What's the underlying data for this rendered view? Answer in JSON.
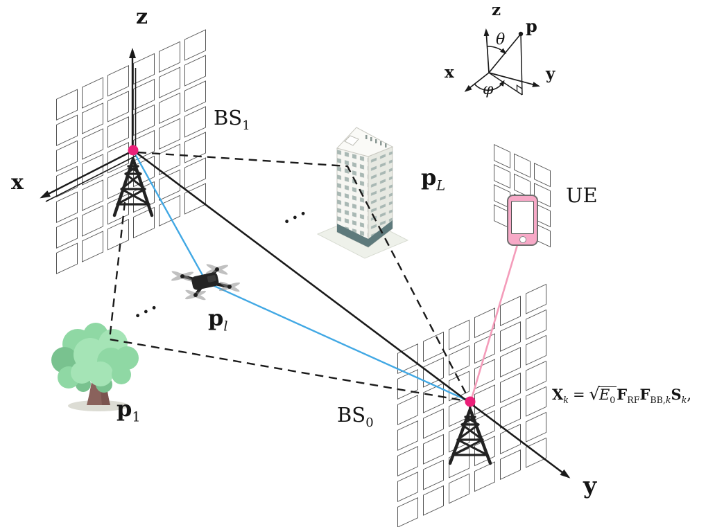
{
  "colors": {
    "ink": "#1a1a1a",
    "accent_magenta": "#eb1f78",
    "path_blue": "#41a8e4",
    "path_pink": "#f49cba",
    "phone_pink": "#f7a9c7",
    "phone_frame": "#6e6e6e",
    "panel_line": "#555555",
    "tree_green_light": "#a5e4b6",
    "tree_green": "#8fd8a4",
    "tree_green_dark": "#79c28f",
    "tree_trunk": "#8a625c",
    "tree_trunk_dark": "#75504b",
    "tree_shadow": "#dcdcd4",
    "bldg_face": "#f6f6f2",
    "bldg_side": "#e7e9e2",
    "bldg_roof": "#fafaf7",
    "bldg_band": "#5e7a7c",
    "bldg_window": "#a9b8b4",
    "bldg_base": "#eef1ea"
  },
  "labels": {
    "axis_x": "x",
    "axis_y": "y",
    "axis_z": "z",
    "bs1": {
      "base": "BS",
      "sub": "1"
    },
    "bs0": {
      "base": "BS",
      "sub": "0"
    },
    "ue": "UE",
    "p1": {
      "base": "p",
      "sub": "1"
    },
    "pl": {
      "base": "p",
      "sub": "l"
    },
    "pL": {
      "base": "p",
      "sub": "L"
    },
    "ellipsis": "···"
  },
  "inset": {
    "axis_x": "x",
    "axis_y": "y",
    "axis_z": "z",
    "theta": "θ",
    "phi": "φ",
    "point": "p"
  },
  "equation": {
    "lhs": "X",
    "lhs_sub": "k",
    "equals": "=",
    "sqrt_sign": "√",
    "radicand": "E",
    "radicand_sub": "0",
    "f1": "F",
    "f1_sub": "RF",
    "f2": "F",
    "f2_sub": "BB,",
    "f2_sub_it": "k",
    "s": "S",
    "s_sub": "k",
    "comma": ","
  }
}
